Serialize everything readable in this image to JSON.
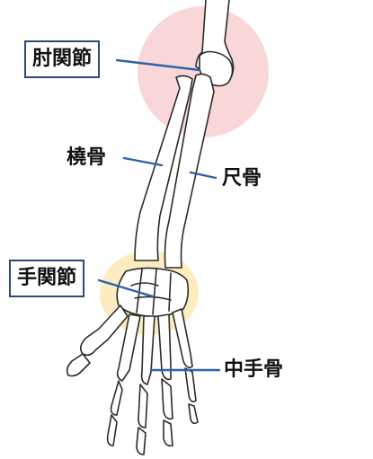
{
  "labels": {
    "elbow_joint": "肘関節",
    "wrist_joint": "手関節",
    "radius": "橈骨",
    "ulna": "尺骨",
    "metacarpal": "中手骨"
  },
  "colors": {
    "bone_outline": "#2b2b2b",
    "leader_line": "#2e63a8",
    "elbow_highlight": "#f7c9cc",
    "wrist_highlight": "#fbe7b0",
    "box_border": "#2a4a7a"
  }
}
